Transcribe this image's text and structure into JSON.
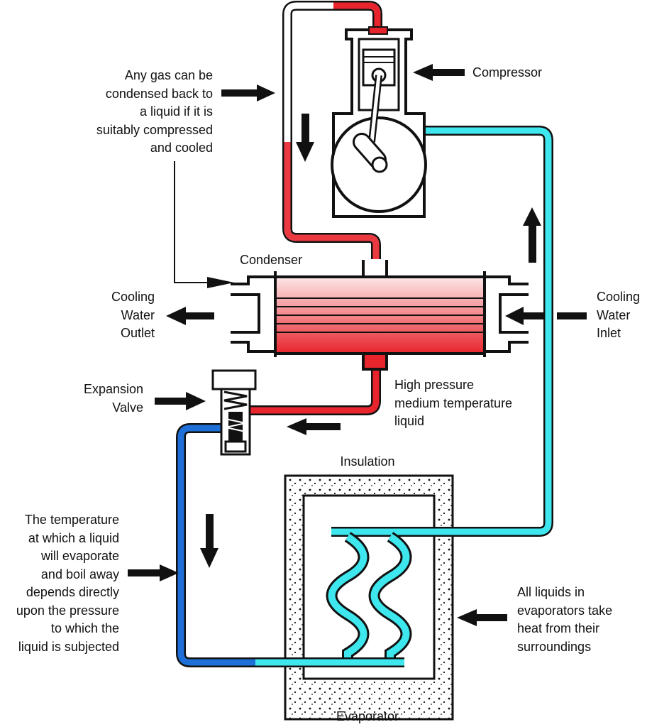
{
  "labels": {
    "compressor": "Compressor",
    "gas_note": [
      "Any gas can be",
      "condensed back to",
      "a liquid if it is",
      "suitably compressed",
      "and cooled"
    ],
    "condenser": "Condenser",
    "cooling_water_outlet": [
      "Cooling",
      "Water",
      "Outlet"
    ],
    "cooling_water_inlet": [
      "Cooling",
      "Water",
      "Inlet"
    ],
    "expansion_valve": [
      "Expansion",
      "Valve"
    ],
    "high_pressure_liquid": [
      "High pressure",
      "medium temperature",
      "liquid"
    ],
    "insulation": "Insulation",
    "temperature_note": [
      "The temperature",
      "at which a liquid",
      "will evaporate",
      "and boil away",
      "depends directly",
      "upon the pressure",
      "to which the",
      "liquid is subjected"
    ],
    "evaporator_note": [
      "All liquids in",
      "evaporators take",
      "heat from their",
      "surroundings"
    ],
    "evaporator": "Evaporator"
  },
  "colors": {
    "hot_gas": "#e8242c",
    "hot_liquid": "#e8242c",
    "cold_vapor": "#3ee6ee",
    "cold_liquid": "#1e6fd8",
    "condenser_fill": "#f0484e",
    "outline": "#111111"
  }
}
